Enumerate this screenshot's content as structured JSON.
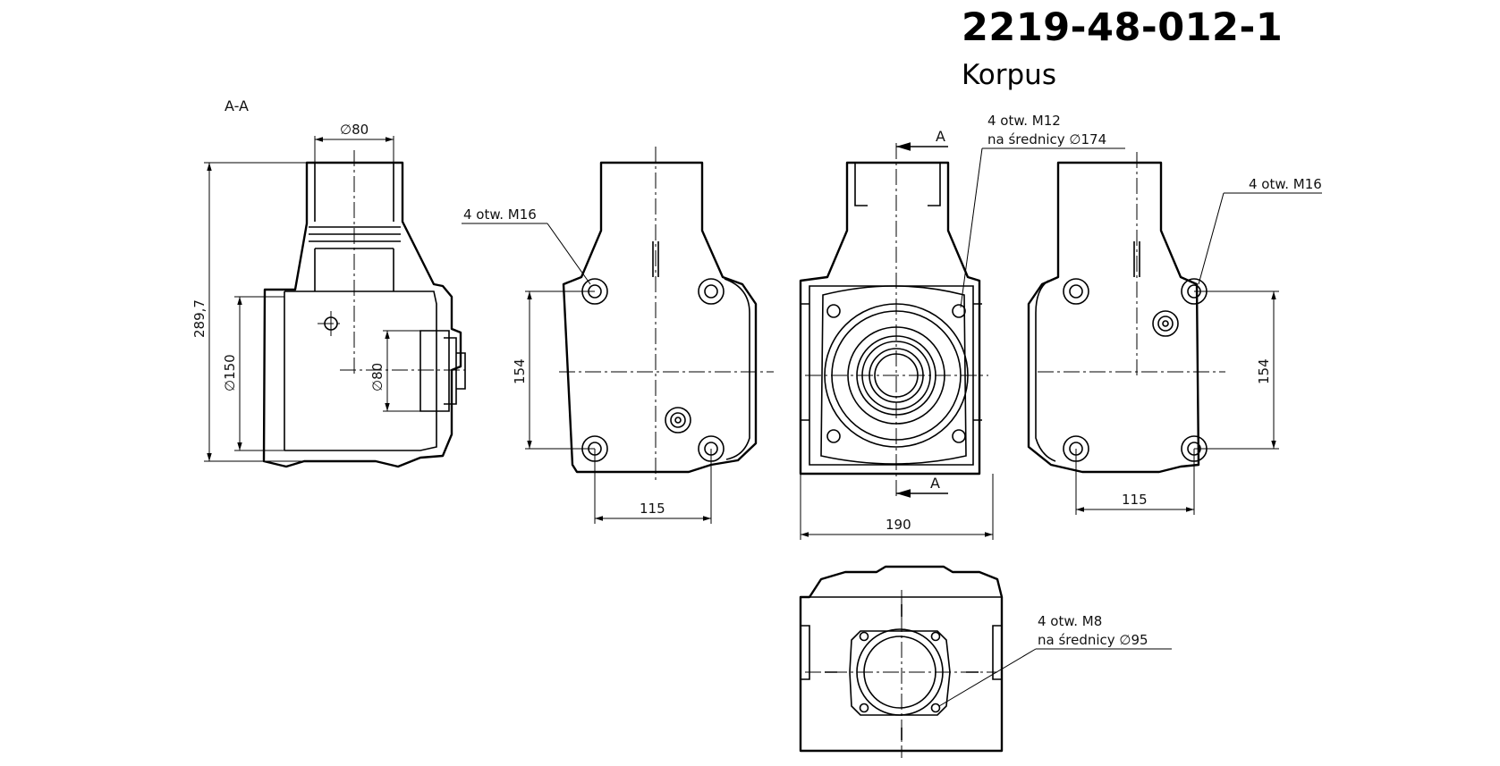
{
  "drawing": {
    "part_number": "2219-48-012-1",
    "part_name": "Korpus",
    "section_label": "A-A",
    "cut_marker_top": "A",
    "cut_marker_bottom": "A"
  },
  "dimensions": {
    "section_top_diameter": "∅80",
    "section_height": "289,7",
    "section_flange_diameter": "∅150",
    "section_inner_diameter": "∅80",
    "left_view_height": "154",
    "left_view_width": "115",
    "front_view_width": "190",
    "right_view_height": "154",
    "right_view_width": "115"
  },
  "callouts": {
    "left_holes": "4 otw. M16",
    "front_holes_line1": "4 otw. M12",
    "front_holes_line2": "na średnicy  ∅174",
    "right_holes": "4 otw. M16",
    "bottom_holes_line1": "4 otw. M8",
    "bottom_holes_line2": "na średnicy  ∅95"
  }
}
